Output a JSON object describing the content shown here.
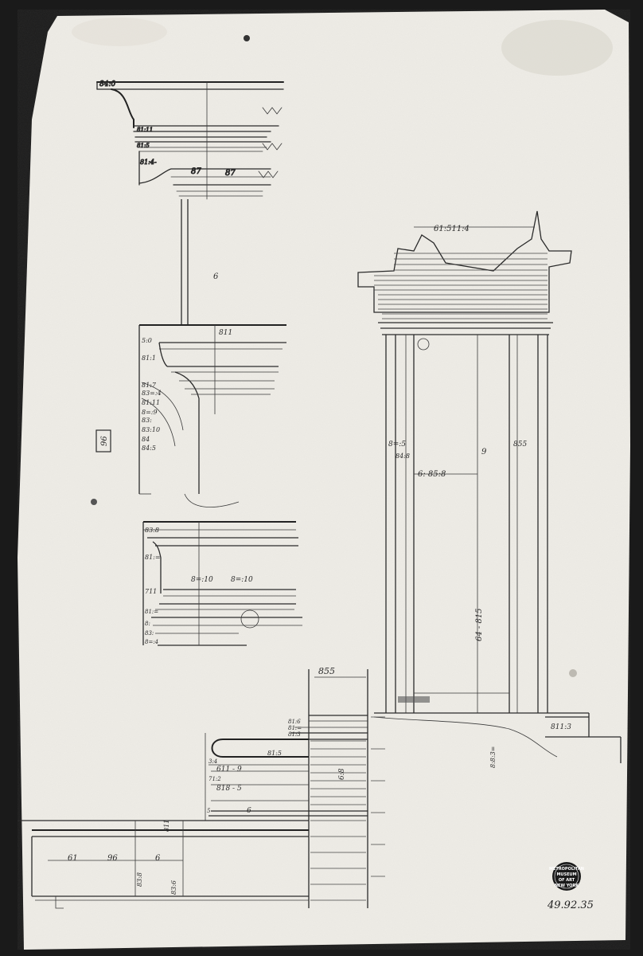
{
  "accession_number": "49.92.35",
  "stamp": {
    "line1": "METROPOLITAN",
    "line2": "MUSEUM",
    "line3": "OF ART",
    "line4": "NEW YORK"
  },
  "sheet_number": "96",
  "colors": {
    "paper": "#efede7",
    "ink": "#2a2a2a",
    "background": "#1a1a1a"
  }
}
